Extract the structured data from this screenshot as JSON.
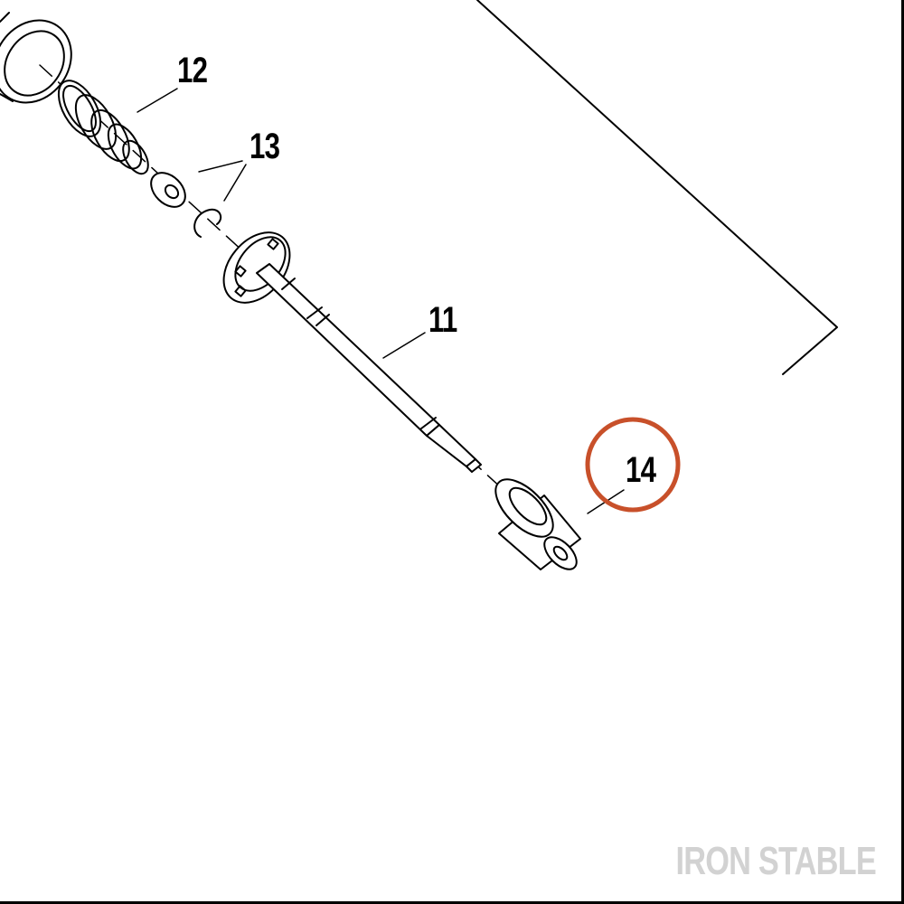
{
  "callouts": {
    "part_11": "11",
    "part_12": "12",
    "part_13": "13",
    "part_14": "14"
  },
  "highlight": {
    "target": "14",
    "color": "#c8502a"
  },
  "watermark": "IRON STABLE",
  "colors": {
    "line": "#000000",
    "background": "#ffffff",
    "watermark": "#d2d2d2"
  }
}
